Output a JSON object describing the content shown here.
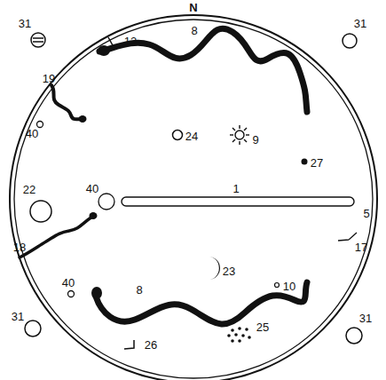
{
  "diagram": {
    "labels": [
      "N",
      "31",
      "31",
      "13",
      "8",
      "19",
      "40",
      "24",
      "9",
      "27",
      "22",
      "40",
      "1",
      "5",
      "18",
      "17",
      "23",
      "40",
      "10",
      "8",
      "31",
      "26",
      "25",
      "31"
    ]
  }
}
